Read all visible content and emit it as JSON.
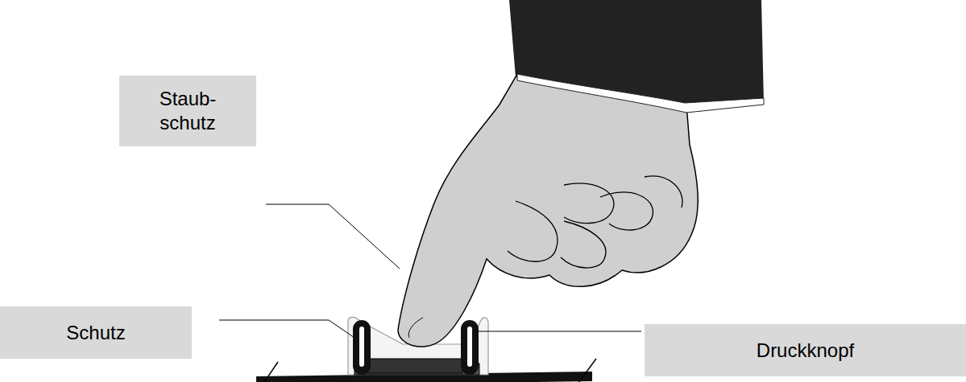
{
  "diagram": {
    "nodes": [
      {
        "text": [
          "Staub- schutz"
        ]
      },
      {
        "text": [
          "Schutz"
        ]
      },
      {
        "text": [
          "Druckknopf"
        ]
      }
    ]
  }
}
